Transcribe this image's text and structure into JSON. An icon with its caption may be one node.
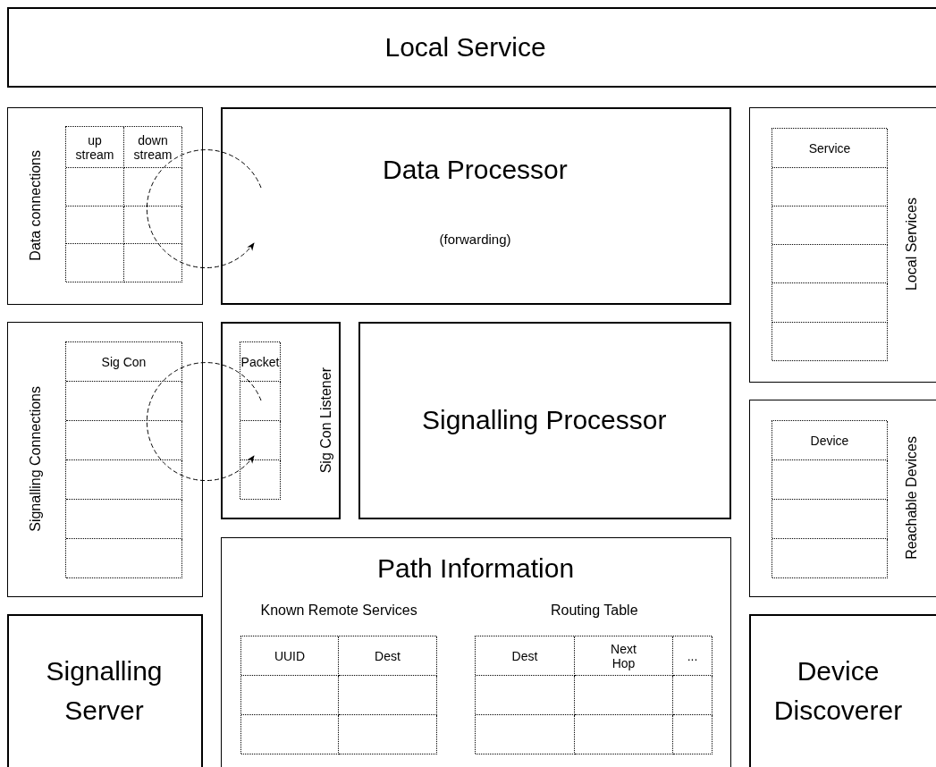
{
  "diagram": {
    "nodes": [
      {
        "text": [
          "Local Service"
        ]
      },
      {
        "text": [
          "Data connections"
        ]
      },
      {
        "text": [
          "Data Processor",
          "(forwarding)"
        ]
      },
      {
        "text": [
          "Local Services"
        ]
      },
      {
        "text": [
          "Signalling Connections"
        ]
      },
      {
        "text": [
          "Sig Con Listener"
        ]
      },
      {
        "text": [
          "Signalling Processor"
        ]
      },
      {
        "text": [
          "Reachable Devices"
        ]
      },
      {
        "text": [
          "Path Information"
        ]
      },
      {
        "text": [
          "Signalling Server"
        ]
      },
      {
        "text": [
          "Device Discoverer"
        ]
      }
    ],
    "edges": [],
    "labels": [
      "up stream",
      "down stream",
      "Service",
      "Sig Con",
      "Packet",
      "Device",
      "Known Remote Services",
      "Routing Table",
      "UUID",
      "Dest",
      "Dest",
      "Next Hop",
      "..."
    ]
  }
}
